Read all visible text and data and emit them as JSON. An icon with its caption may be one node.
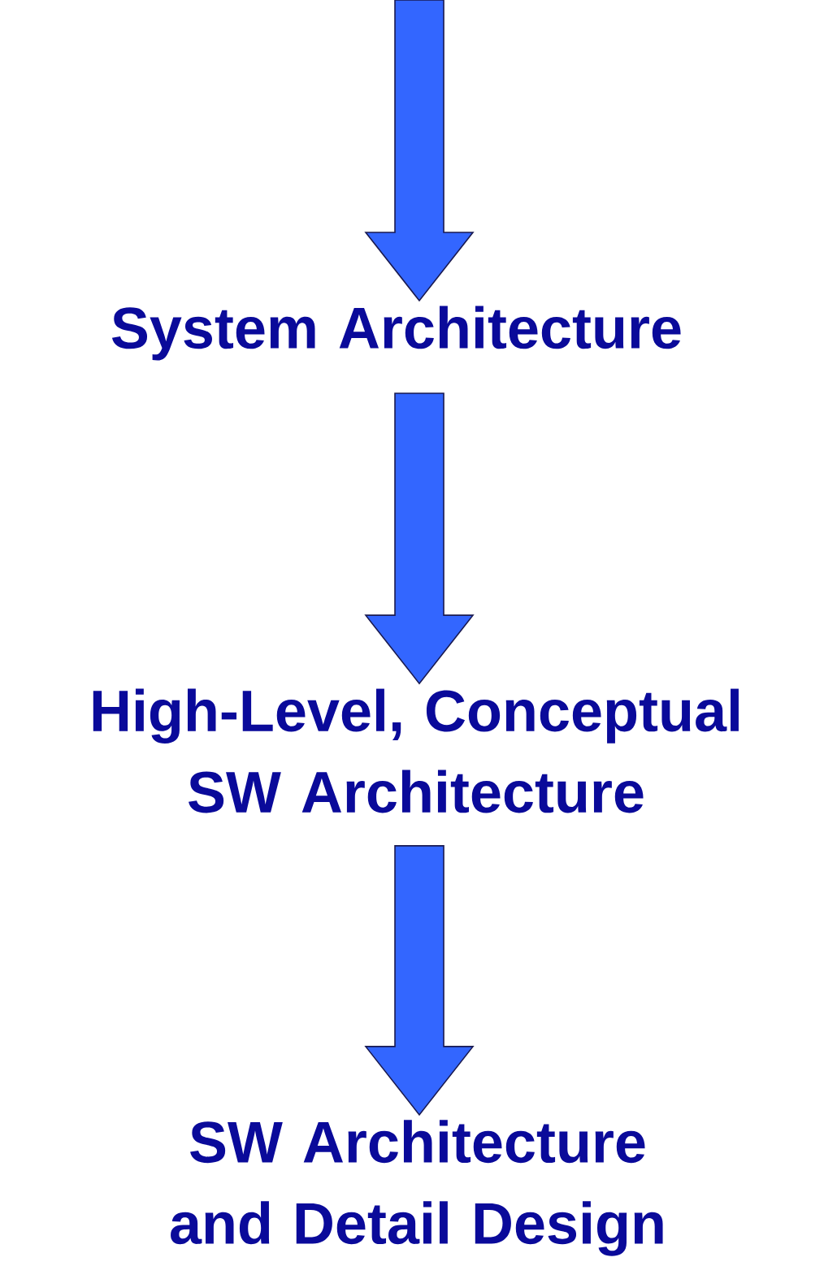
{
  "diagram": {
    "nodes": [
      {
        "text": [
          "System Architecture"
        ]
      },
      {
        "text": [
          "High-Level, Conceptual SW Architecture"
        ]
      },
      {
        "text": [
          "SW Architecture and Detail Design"
        ]
      }
    ],
    "edges": [
      {
        "from": null,
        "to": 0,
        "arrow": "to"
      },
      {
        "from": 0,
        "to": 1,
        "arrow": "to"
      },
      {
        "from": 1,
        "to": 2,
        "arrow": "to"
      }
    ]
  }
}
